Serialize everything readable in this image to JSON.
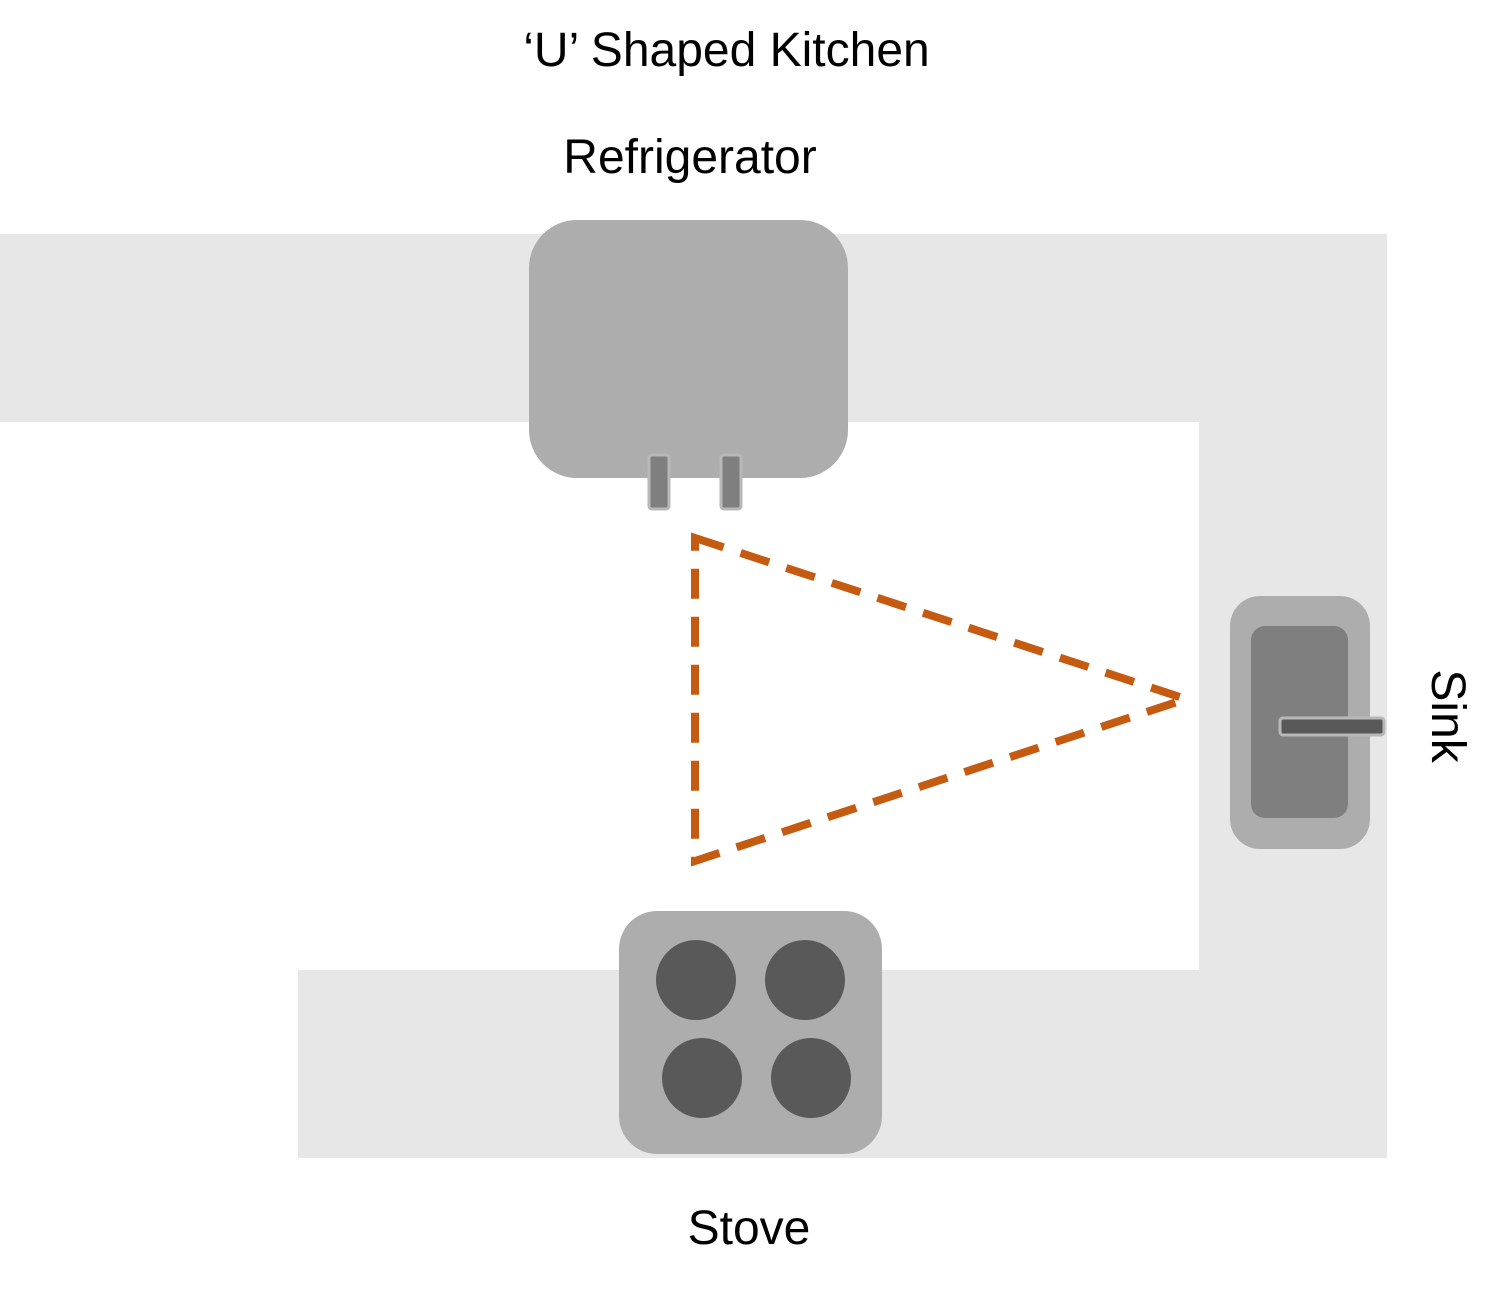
{
  "title": "‘U’ Shaped Kitchen",
  "labels": {
    "refrigerator": "Refrigerator",
    "sink": "Sink",
    "stove": "Stove"
  },
  "icons": {
    "refrigerator": "refrigerator-icon",
    "sink": "sink-icon",
    "stove": "stove-icon"
  },
  "colors": {
    "counter": "#e7e7e7",
    "appliance": "#adadad",
    "appliance_dark": "#7f7f7f",
    "burner": "#595959",
    "work_triangle": "#c55a11"
  }
}
